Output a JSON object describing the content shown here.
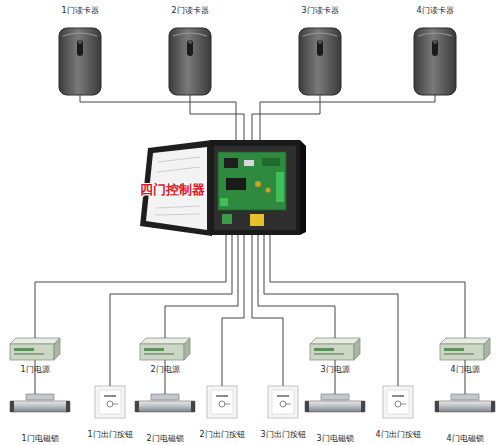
{
  "diagram": {
    "nodes": [
      {
        "text": [
          "1门读卡器"
        ]
      },
      {
        "text": [
          "2门读卡器"
        ]
      },
      {
        "text": [
          "3门读卡器"
        ]
      },
      {
        "text": [
          "4门读卡器"
        ]
      },
      {
        "text": [
          "四门控制器"
        ]
      },
      {
        "text": [
          "1门电源"
        ]
      },
      {
        "text": [
          "1门电磁锁"
        ]
      },
      {
        "text": [
          "1门出门按钮"
        ]
      },
      {
        "text": [
          "2门电源"
        ]
      },
      {
        "text": [
          "2门电磁锁"
        ]
      },
      {
        "text": [
          "2门出门按钮"
        ]
      },
      {
        "text": [
          "3门出门按钮"
        ]
      },
      {
        "text": [
          "3门电源"
        ]
      },
      {
        "text": [
          "3门电磁锁"
        ]
      },
      {
        "text": [
          "4门出门按钮"
        ]
      },
      {
        "text": [
          "4门电源"
        ]
      },
      {
        "text": [
          "4门电磁锁"
        ]
      }
    ],
    "edges": [
      {
        "from": 4,
        "to": 0,
        "arrow": "none"
      },
      {
        "from": 4,
        "to": 1,
        "arrow": "none"
      },
      {
        "from": 4,
        "to": 2,
        "arrow": "none"
      },
      {
        "from": 4,
        "to": 3,
        "arrow": "none"
      },
      {
        "from": 4,
        "to": 5,
        "arrow": "none"
      },
      {
        "from": 4,
        "to": 7,
        "arrow": "none"
      },
      {
        "from": 4,
        "to": 8,
        "arrow": "none"
      },
      {
        "from": 4,
        "to": 10,
        "arrow": "none"
      },
      {
        "from": 4,
        "to": 11,
        "arrow": "none"
      },
      {
        "from": 4,
        "to": 12,
        "arrow": "none"
      },
      {
        "from": 4,
        "to": 14,
        "arrow": "none"
      },
      {
        "from": 4,
        "to": 15,
        "arrow": "none"
      },
      {
        "from": 5,
        "to": 6,
        "arrow": "none"
      },
      {
        "from": 8,
        "to": 9,
        "arrow": "none"
      },
      {
        "from": 12,
        "to": 13,
        "arrow": "none"
      },
      {
        "from": 15,
        "to": 16,
        "arrow": "none"
      }
    ]
  }
}
